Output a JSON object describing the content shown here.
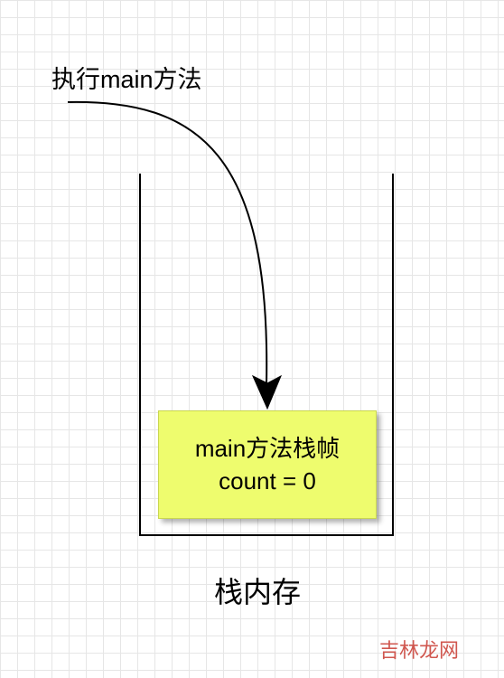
{
  "start_label": "执行main方法",
  "frame": {
    "title": "main方法栈帧",
    "variable": "count = 0",
    "fill_color": "#eefc6e"
  },
  "stack_label": "栈内存",
  "watermark": "吉林龙网"
}
